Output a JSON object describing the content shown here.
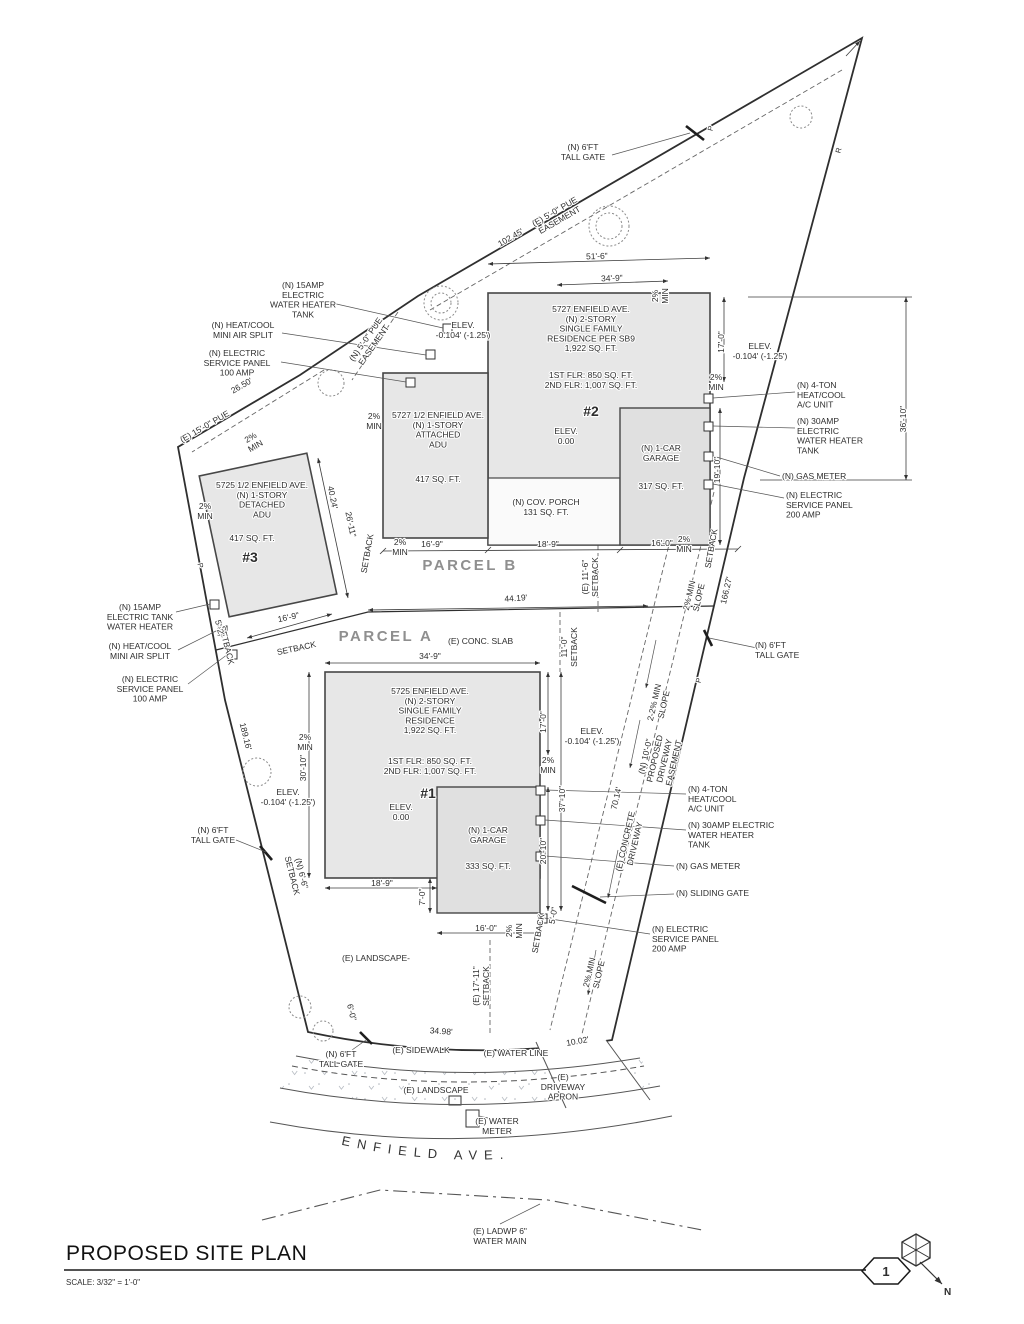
{
  "drawing": {
    "title": "PROPOSED SITE PLAN",
    "scale_note": "SCALE: 3/32\" = 1'-0\"",
    "sheet_number": "1",
    "north_label": "N",
    "street_name": "ENFIELD AVE."
  },
  "parcels": {
    "a": "PARCEL A",
    "b": "PARCEL B"
  },
  "labels": {
    "gate6": "(N) 6'FT\nTALL GATE",
    "dim_102_45": "102.45'",
    "pue5_e": "(E) 5'-0\" PUE\nEASEMENT",
    "pue5_n": "(N) 5'-0\" PUE\nEASEMENT",
    "pue15": "(E) 15'-0\" PUE",
    "dim_51_6": "51'-6\"",
    "dim_34_9": "34'-9\"",
    "min2": "2%\nMIN",
    "setback": "SETBACK",
    "wh15_top": "(N) 15AMP\nELECTRIC\nWATER HEATER\nTANK",
    "wh15_left": "(N) 15AMP\nELECTRIC TANK\nWATER HEATER",
    "minisplit": "(N) HEAT/COOL\nMINI AIR SPLIT",
    "panel100": "(N) ELECTRIC\nSERVICE PANEL\n100 AMP",
    "panel200": "(N) ELECTRIC\nSERVICE PANEL\n200 AMP",
    "elev_0104": "ELEV.\n-0.104' (-1.25')",
    "elev_000": "ELEV.\n0.00",
    "house2": "5727 ENFIELD AVE.\n(N) 2-STORY\nSINGLE FAMILY\nRESIDENCE PER SB9\n1,922 SQ. FT.",
    "house1": "5725 ENFIELD AVE.\n(N) 2-STORY\nSINGLE FAMILY\nRESIDENCE\n1,922 SQ. FT.",
    "floors": "1ST FLR: 850 SQ. FT.\n2ND FLR: 1,007 SQ. FT.",
    "num1": "#1",
    "num2": "#2",
    "num3": "#3",
    "dim_17_0": "17'-0\"",
    "ac4ton": "(N) 4-TON\nHEAT/COOL\nA/C UNIT",
    "wh30": "(N) 30AMP\nELECTRIC\nWATER HEATER\nTANK",
    "wh30b": "(N) 30AMP ELECTRIC\nWATER HEATER\nTANK",
    "gasmeter": "(N) GAS METER",
    "dim_36_10": "36'-10\"",
    "dim_26_50": "26.50'",
    "adu2": "5727 1/2 ENFIELD AVE.\n(N) 1-STORY\nATTACHED\nADU",
    "adu3": "5725 1/2 ENFIELD AVE.\n(N) 1-STORY\nDETACHED\nADU",
    "sqft417": "417 SQ. FT.",
    "garage1car": "(N) 1-CAR\nGARAGE",
    "sqft317": "317 SQ. FT.",
    "sqft333": "333 SQ. FT.",
    "dim_19_10": "19'-10\"",
    "porch": "(N) COV. PORCH\n131 SQ. FT.",
    "dim_40_24": "40.24'",
    "dim_26_11": "26'-11\"",
    "dim_16_9": "16'-9\"",
    "dim_18_9": "18'-9\"",
    "dim_16_0": "16'-0\"",
    "setback_11_6": "(E) 11'-6\"\nSETBACK",
    "dim_44_19": "44.19'",
    "slope2": "2% MIN\nSLOPE",
    "slope22": "2-2% MIN\nSLOPE",
    "dim_166_27": "166.27'",
    "setback_5_2": "5'-2\"",
    "concslab": "(E) CONC. SLAB",
    "setback_11_0": "11'-0\"\nSETBACK",
    "drv_easement": "(N) 10'-0\"\nPROPOSED\nDRIVEWAY\nEASEMENT",
    "dim_30_10": "30'-10\"",
    "dim_189_16": "189.16'",
    "dim_37_10": "37'-10\"",
    "dim_70_14": "70.14'",
    "conc_drive": "(E) CONCRETE\nDRIVEWAY",
    "sliding_gate": "(N) SLIDING GATE",
    "dim_20_10": "20'-10\"",
    "setback_6_6": "(N) 6'-6\"\nSETBACK",
    "dim_7_0": "7'-0\"",
    "setback_5_0": "5'-0\"",
    "landscape_mid": "(E) LANDSCAPE-",
    "setback_17_11": "(E) 17'-11\"\nSETBACK",
    "dim_6_0": "6'-0\"",
    "dim_34_98": "34.98'",
    "sidewalk": "(E) SIDEWALK",
    "waterline": "(E) WATER LINE",
    "dim_10_02": "10.02'",
    "landscape_bot": "(E) LANDSCAPE",
    "apron": "(E)\nDRIVEWAY\nAPRON",
    "watermeter": "(E) WATER\nMETER",
    "watermain": "(E) LADWP 6\"\nWATER MAIN",
    "marker_p": "P",
    "marker_r": "R"
  }
}
